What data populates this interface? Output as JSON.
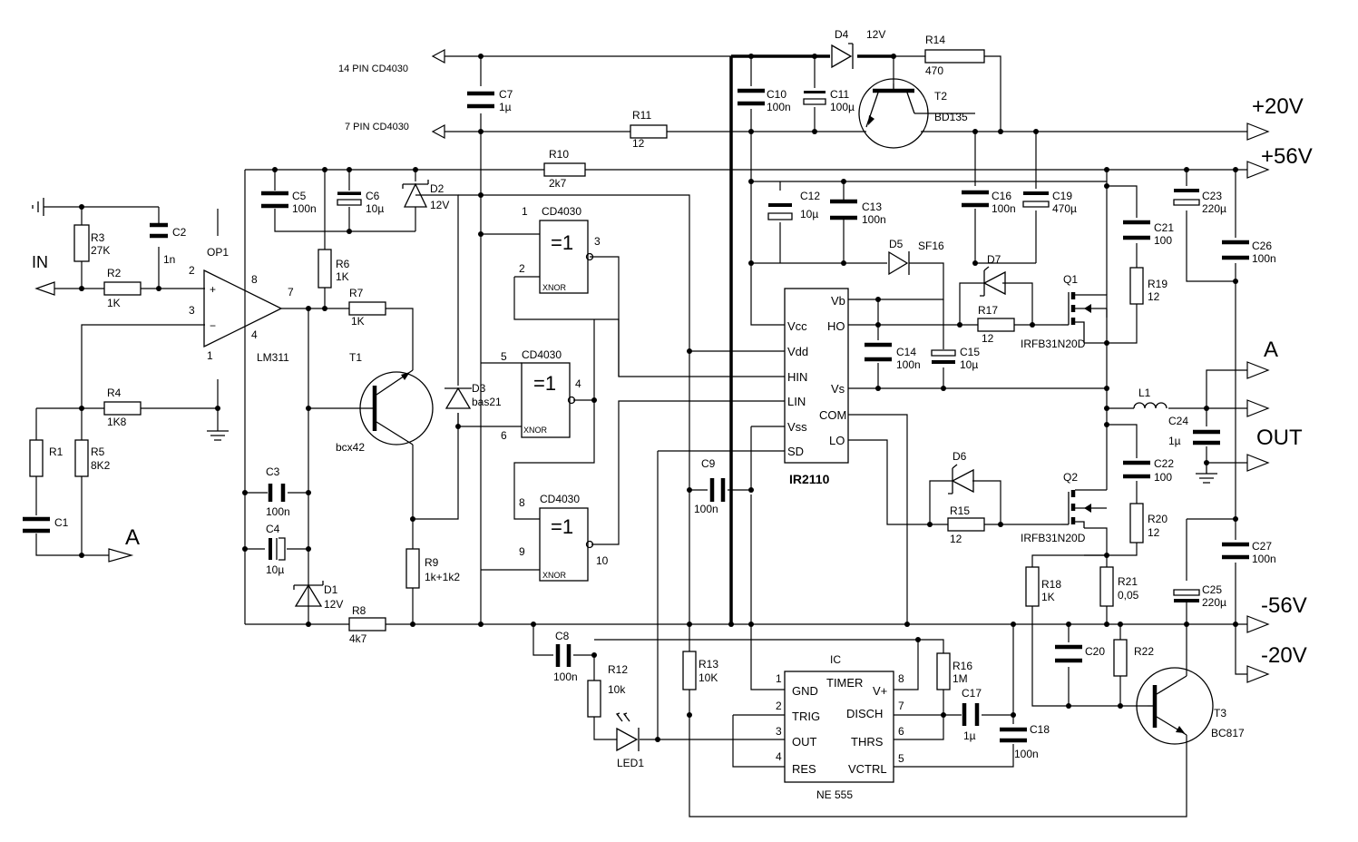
{
  "rails": {
    "p20": "+20V",
    "p56": "+56V",
    "m56": "-56V",
    "m20": "-20V",
    "a_out": "A",
    "out": "OUT",
    "in": "IN",
    "a_in": "A"
  },
  "pins_cd": {
    "pin14": "14 PIN CD4030",
    "pin7": "7 PIN CD4030"
  },
  "labels": {
    "OP1": "OP1",
    "LM311": "LM311",
    "op_p2": "2",
    "op_p3": "3",
    "op_p8": "8",
    "op_p7": "7",
    "op_p4": "4",
    "op_p1": "1",
    "plus": "+",
    "minus": "−",
    "R1": "R1",
    "C1": "C1",
    "R2": "R2",
    "R2v": "1K",
    "R3": "R3",
    "R3v": "27K",
    "C2": "C2",
    "C2v": "1n",
    "R4": "R4",
    "R4v": "1K8",
    "R5": "R5",
    "R5v": "8K2",
    "C5": "C5",
    "C5v": "100n",
    "C6": "C6",
    "C6v": "10µ",
    "D2": "D2",
    "D2v": "12V",
    "R6": "R6",
    "R6v": "1K",
    "R7": "R7",
    "R7v": "1K",
    "T1": "T1",
    "T1v": "bcx42",
    "C3": "C3",
    "C3v": "100n",
    "C4": "C4",
    "C4v": "10µ",
    "D1": "D1",
    "D1v": "12V",
    "R8": "R8",
    "R8v": "4k7",
    "R9": "R9",
    "R9v": "1k+1k2",
    "D3": "D3",
    "D3v": "bas21",
    "C7": "C7",
    "C7v": "1µ",
    "R11": "R11",
    "R11v": "12",
    "R10": "R10",
    "R10v": "2k7",
    "g1_name": "CD4030",
    "g1_p1": "1",
    "g1_p2": "2",
    "g1_p3": "3",
    "g2_name": "CD4030",
    "g2_p5": "5",
    "g2_p6": "6",
    "g2_p4": "4",
    "g3_name": "CD4030",
    "g3_p8": "8",
    "g3_p9": "9",
    "g3_p10": "10",
    "gate_sym": "=1",
    "xnor": "XNOR",
    "D4": "D4",
    "D4v": "12V",
    "R14": "R14",
    "R14v": "470",
    "T2": "T2",
    "T2v": "BD135",
    "C10": "C10",
    "C10v": "100n",
    "C11": "C11",
    "C11v": "100µ",
    "C12": "C12",
    "C12v": "10µ",
    "C13": "C13",
    "C13v": "100n",
    "C16": "C16",
    "C16v": "100n",
    "C19": "C19",
    "C19v": "470µ",
    "C23": "C23",
    "C23v": "220µ",
    "C26": "C26",
    "C26v": "100n",
    "D5": "D5",
    "D5v": "SF16",
    "D7": "D7",
    "Q1": "Q1",
    "Q1v": "IRFB31N20D",
    "R17": "R17",
    "R17v": "12",
    "R19": "R19",
    "R19v": "12",
    "C21": "C21",
    "C21v": "100",
    "C14": "C14",
    "C14v": "100n",
    "C15": "C15",
    "C15v": "10µ",
    "L1": "L1",
    "C24": "C24",
    "C24v": "1µ",
    "C22": "C22",
    "C22v": "100",
    "D6": "D6",
    "Q2": "Q2",
    "Q2v": "IRFB31N20D",
    "R15": "R15",
    "R15v": "12",
    "R20": "R20",
    "R20v": "12",
    "C27": "C27",
    "C27v": "100n",
    "C25": "C25",
    "C25v": "220µ",
    "R18": "R18",
    "R18v": "1K",
    "R21": "R21",
    "R21v": "0,05",
    "C20": "C20",
    "R22": "R22",
    "T3": "T3",
    "T3v": "BC817",
    "C9": "C9",
    "C9v": "100n",
    "C8": "C8",
    "C8v": "100n",
    "R12": "R12",
    "R12v": "10k",
    "LED1": "LED1",
    "R13": "R13",
    "R13v": "10K",
    "R16": "R16",
    "R16v": "1M",
    "C17": "C17",
    "C17v": "1µ",
    "C18": "C18",
    "C18v": "100n"
  },
  "ir2110": {
    "name": "IR2110",
    "vb": "Vb",
    "vcc": "Vcc",
    "ho": "HO",
    "vdd": "Vdd",
    "hin": "HIN",
    "vs": "Vs",
    "lin": "LIN",
    "vss": "Vss",
    "com": "COM",
    "sd": "SD",
    "lo": "LO"
  },
  "ne555": {
    "label_top": "IC",
    "name": "NE 555",
    "gnd": "GND",
    "trig": "TRIG",
    "out": "OUT",
    "res": "RES",
    "timer": "TIMER",
    "vplus": "V+",
    "disch": "DISCH",
    "thrs": "THRS",
    "vctrl": "VCTRL",
    "p1": "1",
    "p2": "2",
    "p3": "3",
    "p4": "4",
    "p5": "5",
    "p6": "6",
    "p7": "7",
    "p8": "8"
  }
}
